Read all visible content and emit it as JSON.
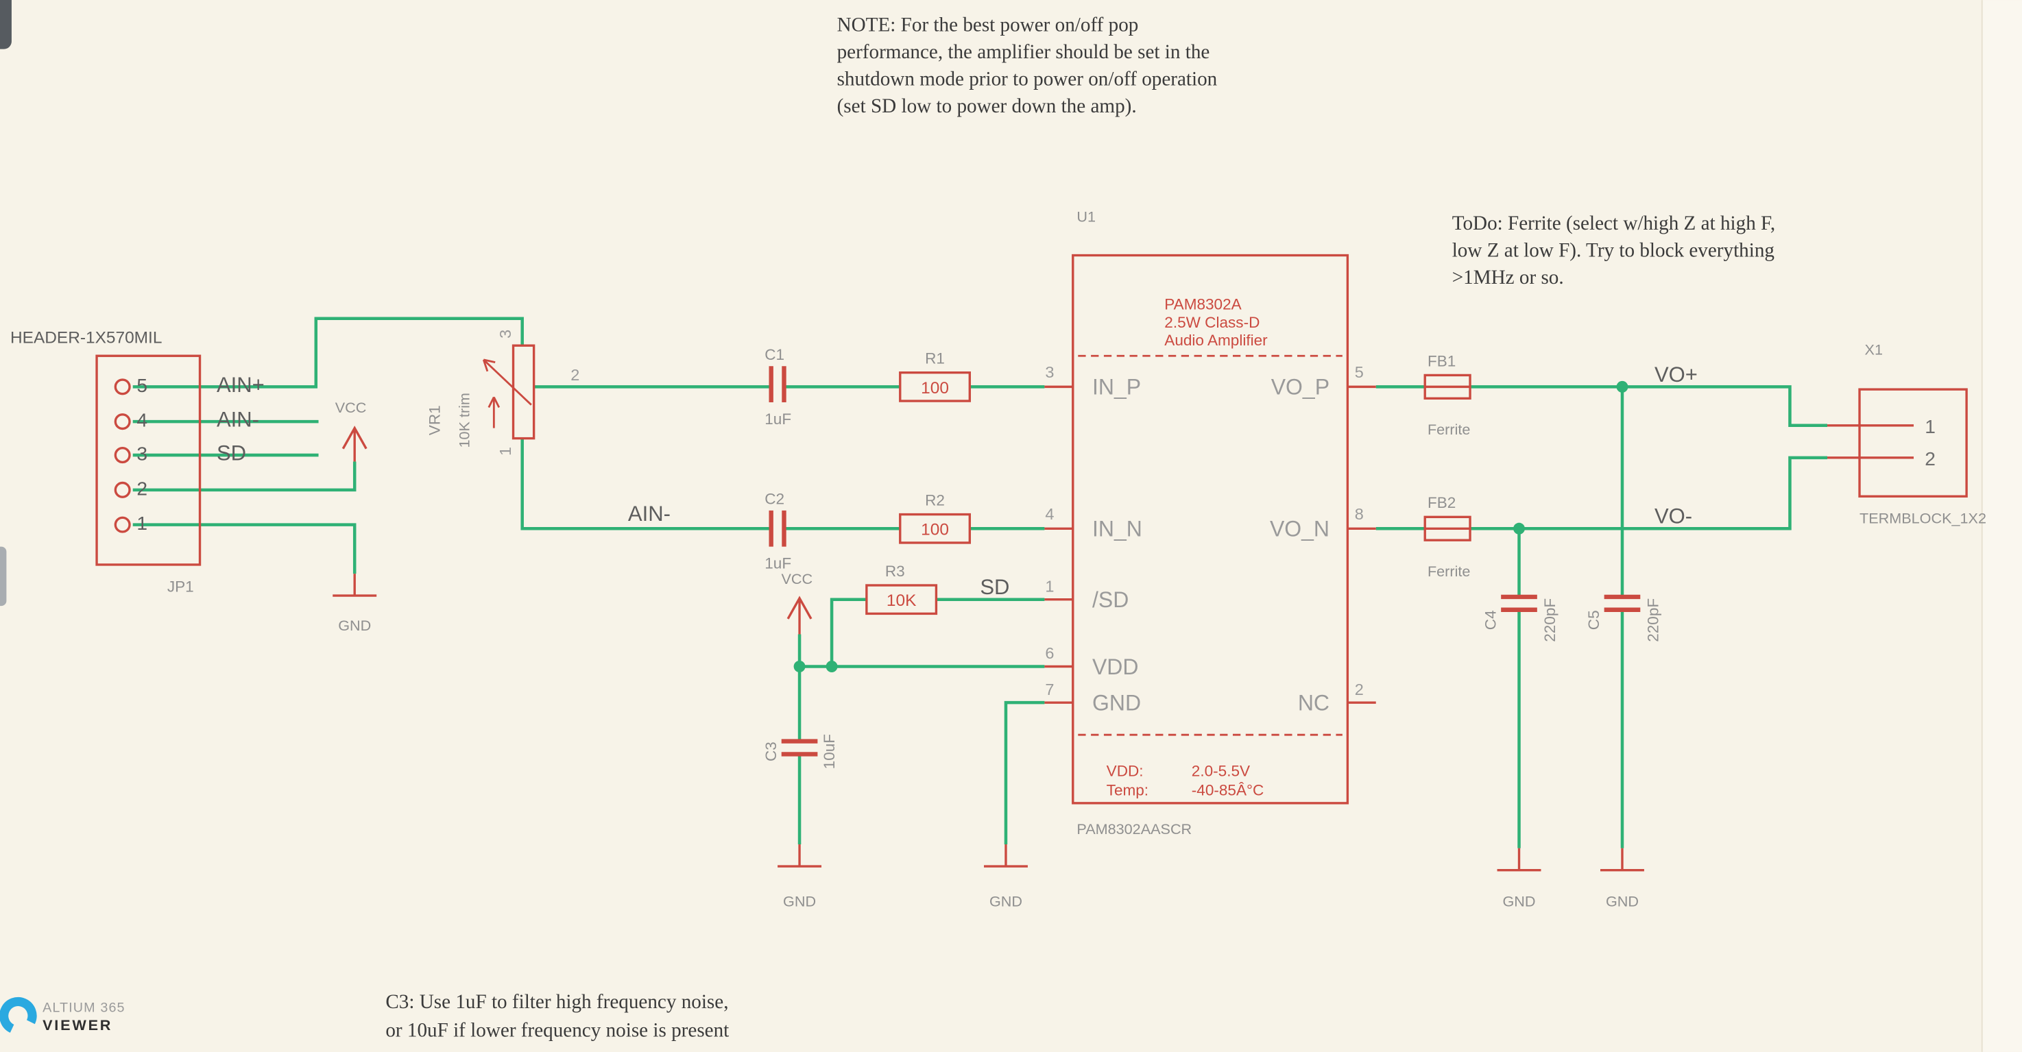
{
  "colors": {
    "background": "#f7f3e8",
    "symbol_red": "#cb4a40",
    "wire_green": "#2fb175",
    "label_gray": "#8f8f8f",
    "net_label_gray": "#5d5d5d",
    "note_text": "#3b3b3b",
    "logo_blue": "#2aa9e0"
  },
  "notes": {
    "top": {
      "line1": "NOTE: For the best power on/off pop",
      "line2": "performance, the amplifier should be set in the",
      "line3": "shutdown mode prior to power on/off operation",
      "line4": "(set SD low to power down the amp)."
    },
    "todo": {
      "line1": "ToDo: Ferrite (select w/high Z at high F,",
      "line2": "low Z at low F). Try to block everything",
      "line3": ">1MHz or so."
    },
    "c3_note": {
      "line1": "C3: Use 1uF to filter high frequency noise,",
      "line2": "or 10uF if lower frequency noise is present"
    }
  },
  "connector_jp1": {
    "designator": "JP1",
    "library": "HEADER-1X570MIL",
    "pin_numbers": [
      "5",
      "4",
      "3",
      "2",
      "1"
    ]
  },
  "net_labels": {
    "ain_plus": "AIN+",
    "ain_minus": "AIN-",
    "sd": "SD",
    "ain_minus_2": "AIN-",
    "sd_2": "SD",
    "vo_plus": "VO+",
    "vo_minus": "VO-"
  },
  "power": {
    "vcc_1": "VCC",
    "vcc_2": "VCC",
    "gnd_1": "GND",
    "gnd_2": "GND",
    "gnd_3": "GND",
    "gnd_4": "GND",
    "gnd_5": "GND"
  },
  "vr1": {
    "designator": "VR1",
    "value": "10K trim",
    "pin_top": "3",
    "pin_wiper": "2",
    "pin_bottom": "1"
  },
  "c1": {
    "designator": "C1",
    "value": "1uF"
  },
  "c2": {
    "designator": "C2",
    "value": "1uF"
  },
  "c3": {
    "designator": "C3",
    "value": "10uF"
  },
  "c4": {
    "designator": "C4",
    "value": "220pF"
  },
  "c5": {
    "designator": "C5",
    "value": "220pF"
  },
  "r1": {
    "designator": "R1",
    "value": "100"
  },
  "r2": {
    "designator": "R2",
    "value": "100"
  },
  "r3": {
    "designator": "R3",
    "value": "10K"
  },
  "fb1": {
    "designator": "FB1",
    "value": "Ferrite"
  },
  "fb2": {
    "designator": "FB2",
    "value": "Ferrite"
  },
  "u1": {
    "designator": "U1",
    "part_number": "PAM8302AASCR",
    "title_line1": "PAM8302A",
    "title_line2": "2.5W Class-D",
    "title_line3": "Audio Amplifier",
    "spec_vdd_label": "VDD:",
    "spec_vdd_value": "2.0-5.5V",
    "spec_temp_label": "Temp:",
    "spec_temp_value": "-40-85Â°C",
    "pins": {
      "in_p": {
        "num": "3",
        "name": "IN_P"
      },
      "in_n": {
        "num": "4",
        "name": "IN_N"
      },
      "sd": {
        "num": "1",
        "name": "/SD"
      },
      "vdd": {
        "num": "6",
        "name": "VDD"
      },
      "gnd": {
        "num": "7",
        "name": "GND"
      },
      "vo_p": {
        "num": "5",
        "name": "VO_P"
      },
      "vo_n": {
        "num": "8",
        "name": "VO_N"
      },
      "nc": {
        "num": "2",
        "name": "NC"
      }
    }
  },
  "x1": {
    "designator": "X1",
    "library": "TERMBLOCK_1X2",
    "pin_numbers": [
      "1",
      "2"
    ]
  },
  "viewer": {
    "brand": "ALTIUM 365",
    "product": "VIEWER"
  }
}
